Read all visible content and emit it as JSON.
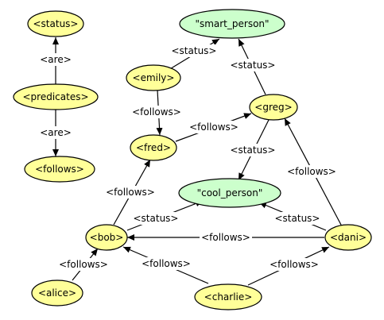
{
  "nodes": {
    "status": "<status>",
    "predicates": "<predicates>",
    "follows": "<follows>",
    "smart_person": "\"smart_person\"",
    "emily": "<emily>",
    "greg": "<greg>",
    "fred": "<fred>",
    "cool_person": "\"cool_person\"",
    "bob": "<bob>",
    "dani": "<dani>",
    "alice": "<alice>",
    "charlie": "<charlie>"
  },
  "edges": {
    "predicates_status": "<are>",
    "predicates_follows": "<are>",
    "emily_smart": "<status>",
    "greg_smart": "<status>",
    "emily_fred": "<follows>",
    "fred_greg": "<follows>",
    "greg_cool": "<status>",
    "dani_greg": "<follows>",
    "bob_fred": "<follows>",
    "bob_cool": "<status>",
    "dani_cool": "<status>",
    "dani_bob": "<follows>",
    "alice_bob": "<follows>",
    "charlie_bob": "<follows>",
    "charlie_dani": "<follows>"
  },
  "colors": {
    "resource_node": "#ffff99",
    "literal_node": "#ccffcc",
    "stroke": "#000000"
  }
}
